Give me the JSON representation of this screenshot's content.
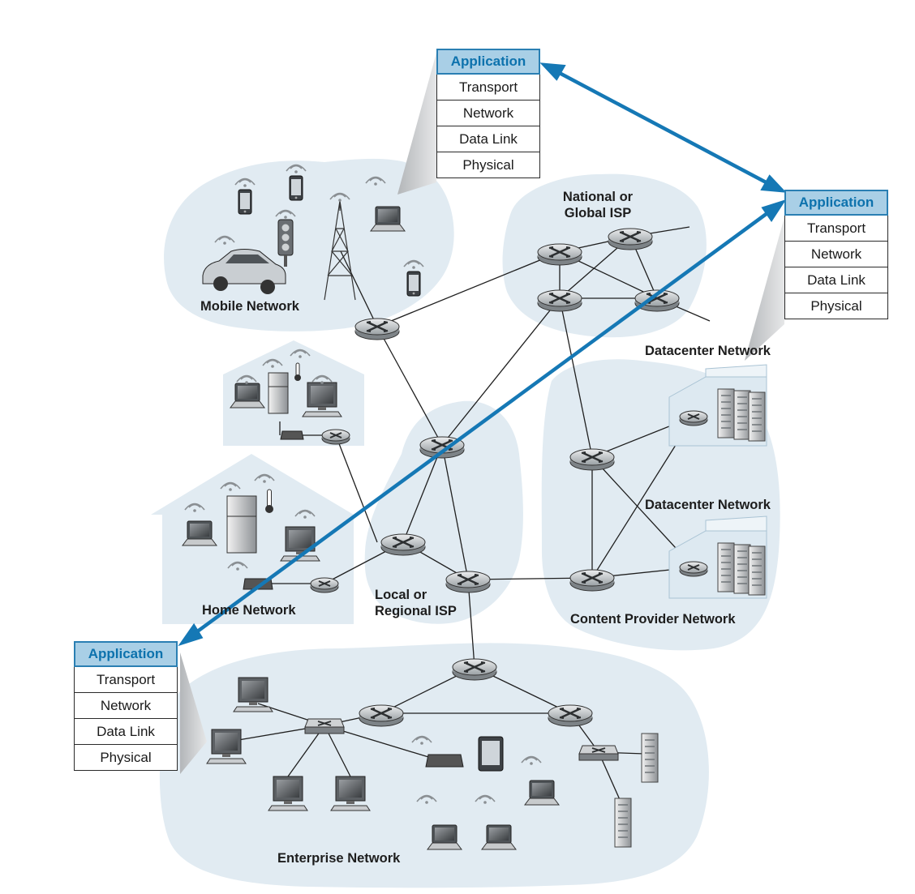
{
  "stack_layers": [
    "Application",
    "Transport",
    "Network",
    "Data Link",
    "Physical"
  ],
  "labels": {
    "mobile": "Mobile Network",
    "national_1": "National or",
    "national_2": "Global ISP",
    "datacenter_top": "Datacenter Network",
    "datacenter_bottom": "Datacenter Network",
    "home": "Home Network",
    "local_1": "Local or",
    "local_2": "Regional ISP",
    "content": "Content Provider Network",
    "enterprise": "Enterprise Network"
  },
  "colors": {
    "cloud": "#e1ebf2",
    "accent_arrow": "#1578b5",
    "application_fill": "#a9cfe6",
    "application_text": "#0d72ad"
  },
  "icons": [
    "router-icon",
    "switch-icon",
    "laptop-icon",
    "desktop-icon",
    "smartphone-icon",
    "tablet-icon",
    "traffic-light-icon",
    "car-icon",
    "cell-tower-icon",
    "refrigerator-icon",
    "thermometer-icon",
    "server-rack-icon",
    "wifi-access-point-icon",
    "datacenter-building-icon"
  ]
}
